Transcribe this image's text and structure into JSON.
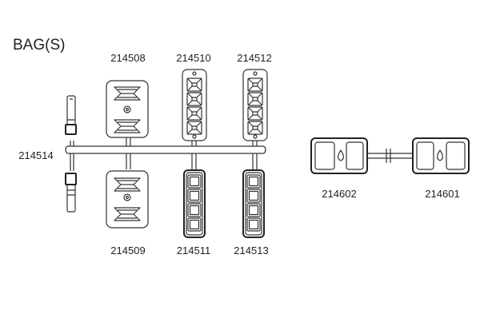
{
  "title": "BAG(S)",
  "labels": {
    "p214508": "214508",
    "p214510": "214510",
    "p214512": "214512",
    "p214514": "214514",
    "p214509": "214509",
    "p214511": "214511",
    "p214513": "214513",
    "p214602": "214602",
    "p214601": "214601"
  },
  "colors": {
    "line": "#333333",
    "text": "#222222",
    "background": "#ffffff"
  }
}
